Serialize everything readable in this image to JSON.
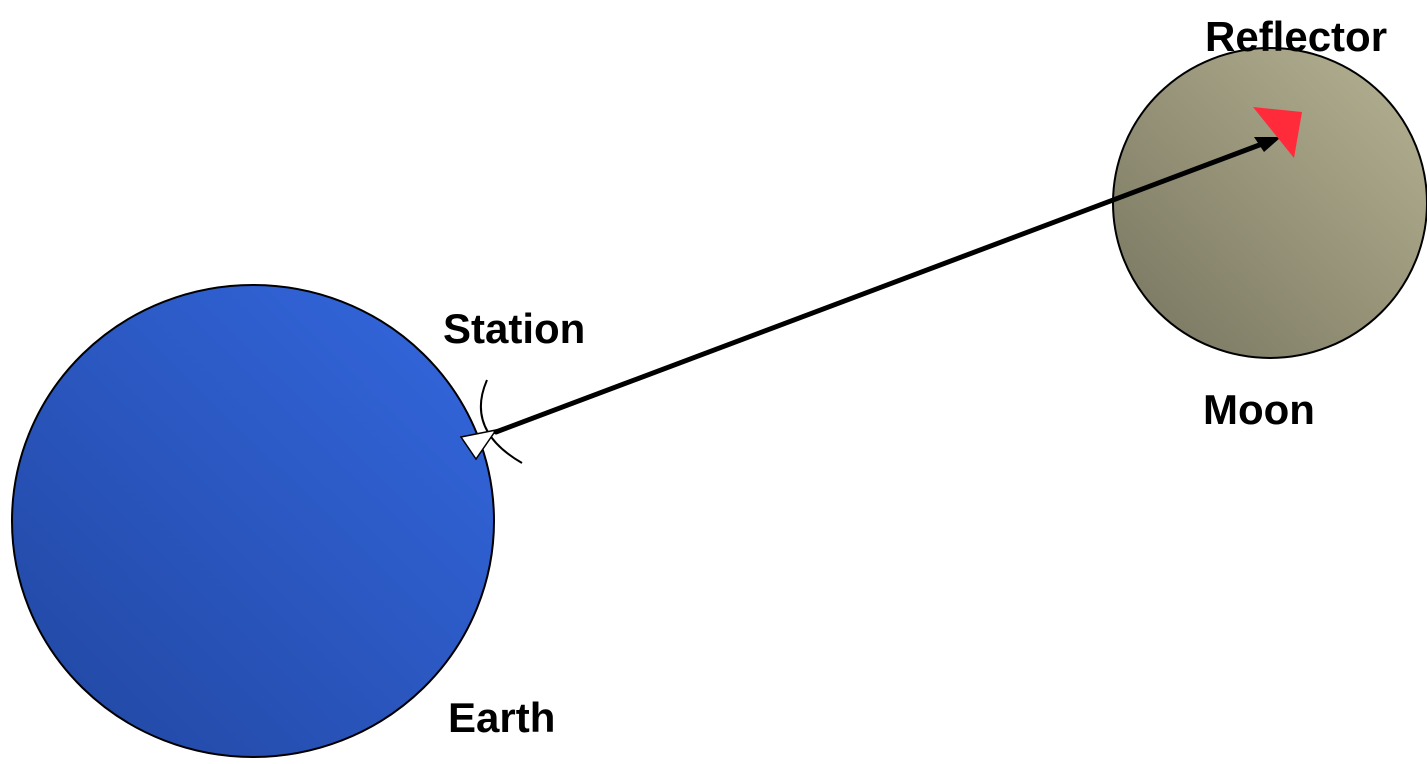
{
  "labels": {
    "reflector": "Reflector",
    "station": "Station",
    "moon": "Moon",
    "earth": "Earth"
  },
  "colors": {
    "earth_light": "#3468e0",
    "earth_dark": "#2146a0",
    "moon_light": "#b7b394",
    "moon_dark": "#76745e",
    "reflector": "#ff2b3a",
    "beam": "#000000",
    "station_marker": "#ffffff",
    "outline": "#000000",
    "background": "#ffffff"
  },
  "icons": {
    "station": "triangle-marker",
    "reflector": "triangle-marker"
  }
}
